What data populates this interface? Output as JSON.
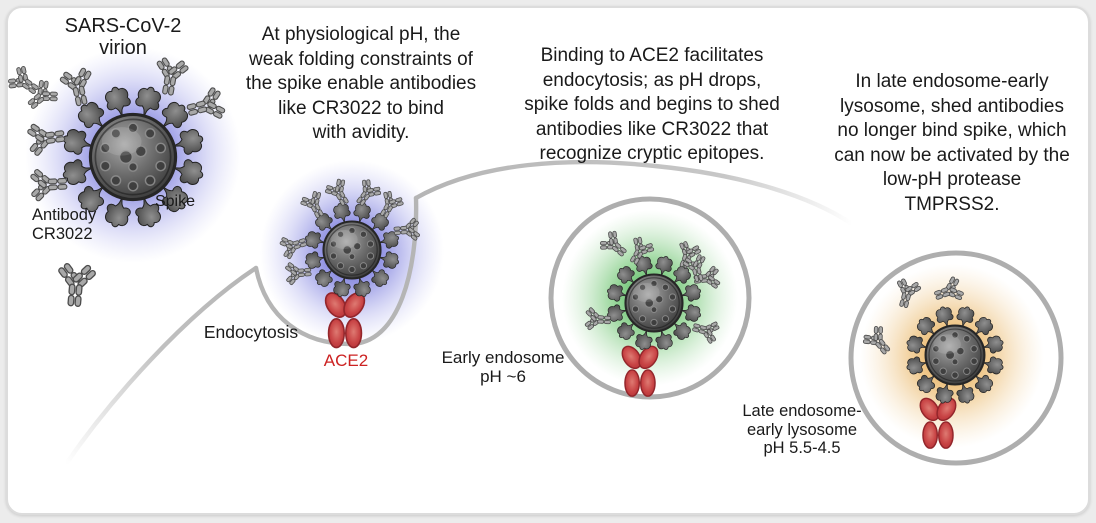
{
  "figure": {
    "stage1": {
      "title": "SARS-CoV-2\nvirion",
      "spike_label": "Spike",
      "antibody_label": "Antibody\nCR3022"
    },
    "stage2": {
      "caption": "At physiological pH, the\nweak folding constraints of\nthe spike enable antibodies\nlike CR3022 to bind\nwith avidity.",
      "endocytosis_label": "Endocytosis",
      "ace2_label": "ACE2"
    },
    "stage3": {
      "caption": "Binding to ACE2 facilitates\nendocytosis; as pH drops,\nspike folds and begins to shed\nantibodies like CR3022 that\nrecognize cryptic epitopes.",
      "vesicle_label": "Early endosome\npH ~6"
    },
    "stage4": {
      "caption": "In late endosome-early\nlysosome, shed antibodies\nno longer bind spike, which\ncan now be activated by the\nlow-pH protease\nTMPRSS2.",
      "vesicle_label": "Late endosome-\nearly lysosome\npH 5.5-4.5"
    }
  },
  "colors": {
    "background": "#ececec",
    "panel_bg": "#ffffff",
    "panel_border": "#dcdcdc",
    "virion_glow_blue": "#4b4dcf",
    "endosome_glow_green": "#2fa93c",
    "lysosome_glow_orange": "#e29a2f",
    "ace2_red": "#c84445",
    "ace2_label_red": "#cc2222",
    "membrane_gray": "#b5b5b5",
    "virion_gray": "#474747",
    "antibody_gray": "#a8a8a8",
    "text": "#1a1a1a"
  },
  "icons": {
    "virion": "virus-particle-icon",
    "spike": "spike-protein-icon",
    "antibody": "antibody-y-icon",
    "ace2": "ace2-receptor-icon",
    "membrane": "cell-membrane-curve",
    "early_endosome": "endosome-vesicle-circle",
    "late_endosome": "lysosome-vesicle-circle"
  }
}
